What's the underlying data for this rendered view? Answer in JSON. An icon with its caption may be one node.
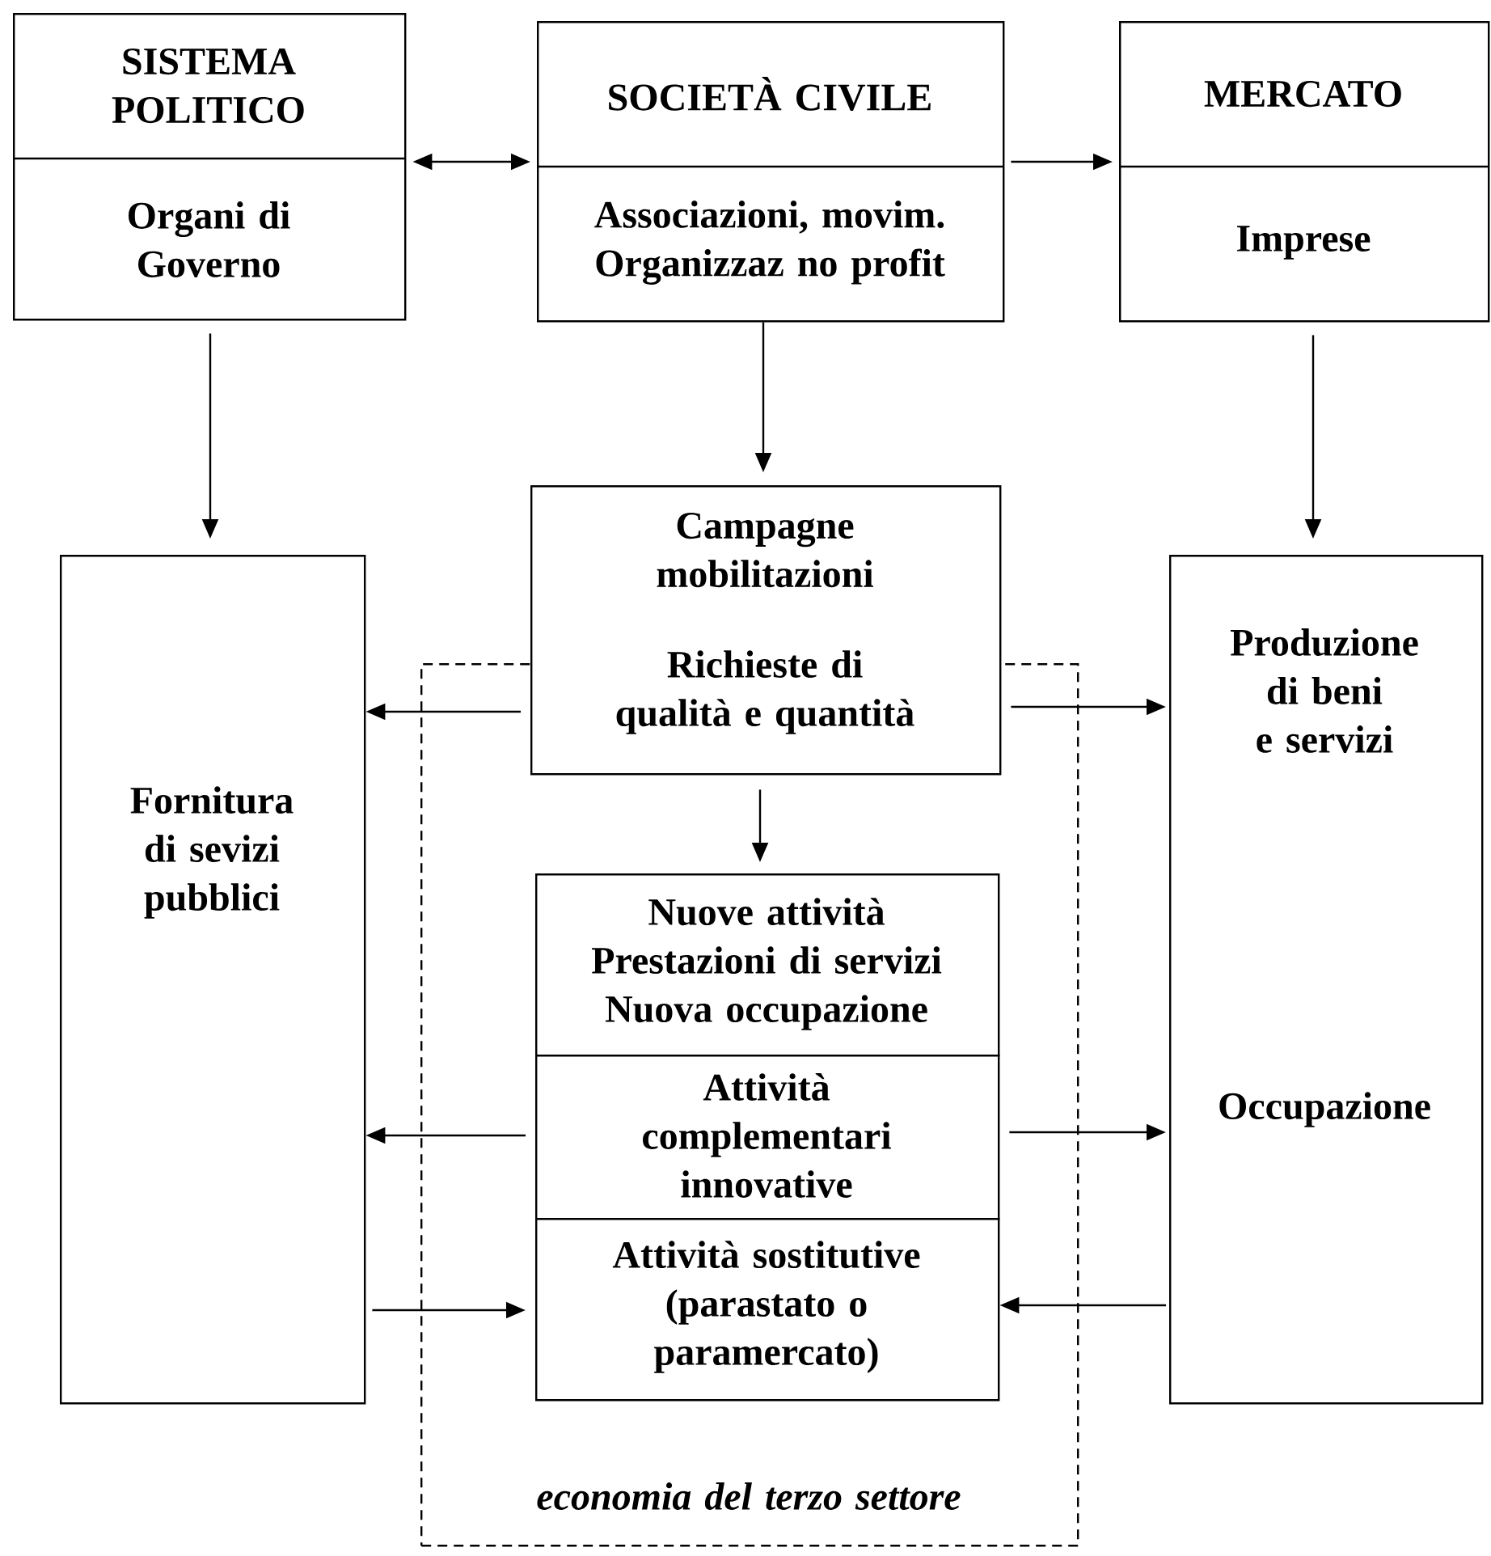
{
  "diagram": {
    "nodes": [
      {
        "text": [
          "SISTEMA POLITICO",
          "Organi di Governo"
        ]
      },
      {
        "text": [
          "SOCIETÀ CIVILE",
          "Associazioni, movim. Organizzaz no profit"
        ]
      },
      {
        "text": [
          "MERCATO",
          "Imprese"
        ]
      },
      {
        "text": [
          "Fornitura di sevizi pubblici"
        ]
      },
      {
        "text": [
          "Campagne mobilitazioni",
          "Richieste di qualità e quantità"
        ]
      },
      {
        "text": [
          "Produzione di beni e servizi",
          "Occupazione"
        ]
      },
      {
        "text": [
          "economia del terzo settore"
        ]
      },
      {
        "text": [
          "Nuove attività Prestazioni di servizi Nuova occupazione"
        ],
        "in": 6
      },
      {
        "text": [
          "Attività complementari innovative"
        ],
        "in": 6
      },
      {
        "text": [
          "Attività sostitutive (parastato o paramercato)"
        ],
        "in": 6
      }
    ],
    "edges": [
      {
        "from": 0,
        "to": 1,
        "arrow": "both"
      },
      {
        "from": 1,
        "to": 2,
        "arrow": "to"
      },
      {
        "from": 0,
        "to": 3,
        "arrow": "to"
      },
      {
        "from": 1,
        "to": 4,
        "arrow": "to"
      },
      {
        "from": 2,
        "to": 5,
        "arrow": "to"
      },
      {
        "from": 4,
        "to": 3,
        "arrow": "to"
      },
      {
        "from": 4,
        "to": 5,
        "arrow": "to"
      },
      {
        "from": 4,
        "to": 7,
        "arrow": "to"
      },
      {
        "from": 8,
        "to": 3,
        "arrow": "to"
      },
      {
        "from": 8,
        "to": 5,
        "arrow": "to"
      },
      {
        "from": 3,
        "to": 9,
        "arrow": "to"
      },
      {
        "from": 5,
        "to": 9,
        "arrow": "to"
      }
    ]
  }
}
